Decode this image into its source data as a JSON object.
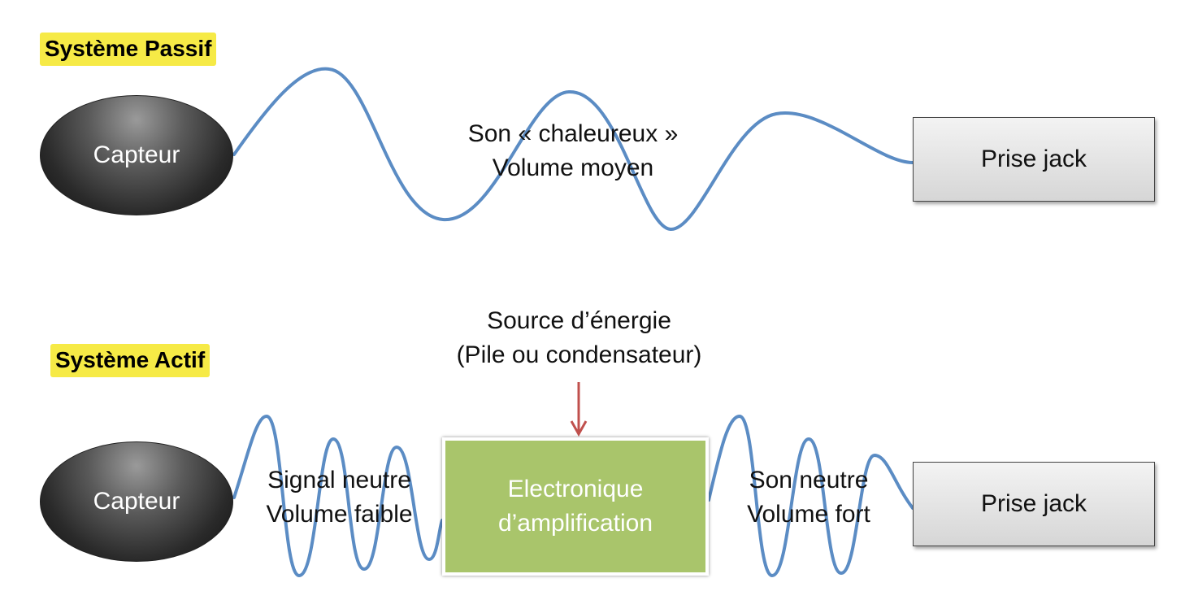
{
  "passive": {
    "title": "Système Passif",
    "sensor": "Capteur",
    "signal_line1": "Son « chaleureux »",
    "signal_line2": "Volume moyen",
    "output": "Prise jack"
  },
  "active": {
    "title": "Système Actif",
    "sensor": "Capteur",
    "power_line1": "Source d’énergie",
    "power_line2": "(Pile ou condensateur)",
    "in_signal_line1": "Signal neutre",
    "in_signal_line2": "Volume faible",
    "amp_line1": "Electronique",
    "amp_line2": "d’amplification",
    "out_signal_line1": "Son neutre",
    "out_signal_line2": "Volume fort",
    "output": "Prise jack"
  },
  "colors": {
    "wave": "#5b8cc4",
    "arrow": "#c0504d",
    "highlight": "#f6ea46",
    "amplifier": "#a9c56b"
  }
}
